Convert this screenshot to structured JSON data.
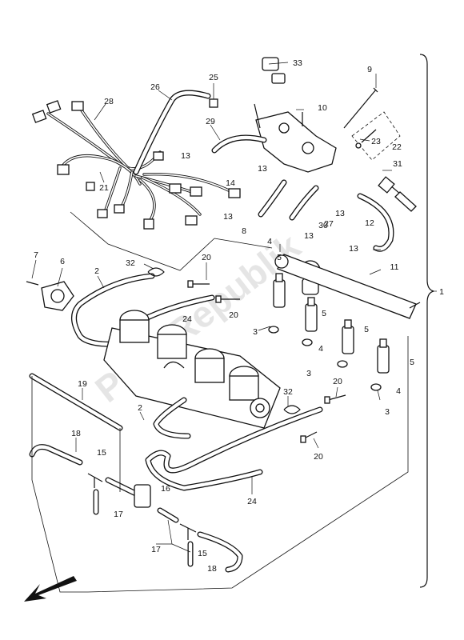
{
  "diagram": {
    "watermark": "PartsRepublik",
    "callouts": {
      "c1": "1",
      "c2a": "2",
      "c2b": "2",
      "c3a": "3",
      "c3b": "3",
      "c3c": "3",
      "c4a": "4",
      "c4b": "4",
      "c4c": "4",
      "c5a": "5",
      "c5b": "5",
      "c5c": "5",
      "c6": "6",
      "c7": "7",
      "c8": "8",
      "c9": "9",
      "c10": "10",
      "c11": "11",
      "c12": "12",
      "c13a": "13",
      "c13b": "13",
      "c13c": "13",
      "c13d": "13",
      "c13e": "13",
      "c13f": "13",
      "c14": "14",
      "c15a": "15",
      "c15b": "15",
      "c16": "16",
      "c17a": "17",
      "c17b": "17",
      "c18a": "18",
      "c18b": "18",
      "c19": "19",
      "c20a": "20",
      "c20b": "20",
      "c20c": "20",
      "c20d": "20",
      "c21": "21",
      "c22": "22",
      "c23": "23",
      "c24a": "24",
      "c24b": "24",
      "c25": "25",
      "c26": "26",
      "c27": "27",
      "c28": "28",
      "c29": "29",
      "c30": "30",
      "c31": "31",
      "c32a": "32",
      "c32b": "32",
      "c33": "33"
    }
  }
}
